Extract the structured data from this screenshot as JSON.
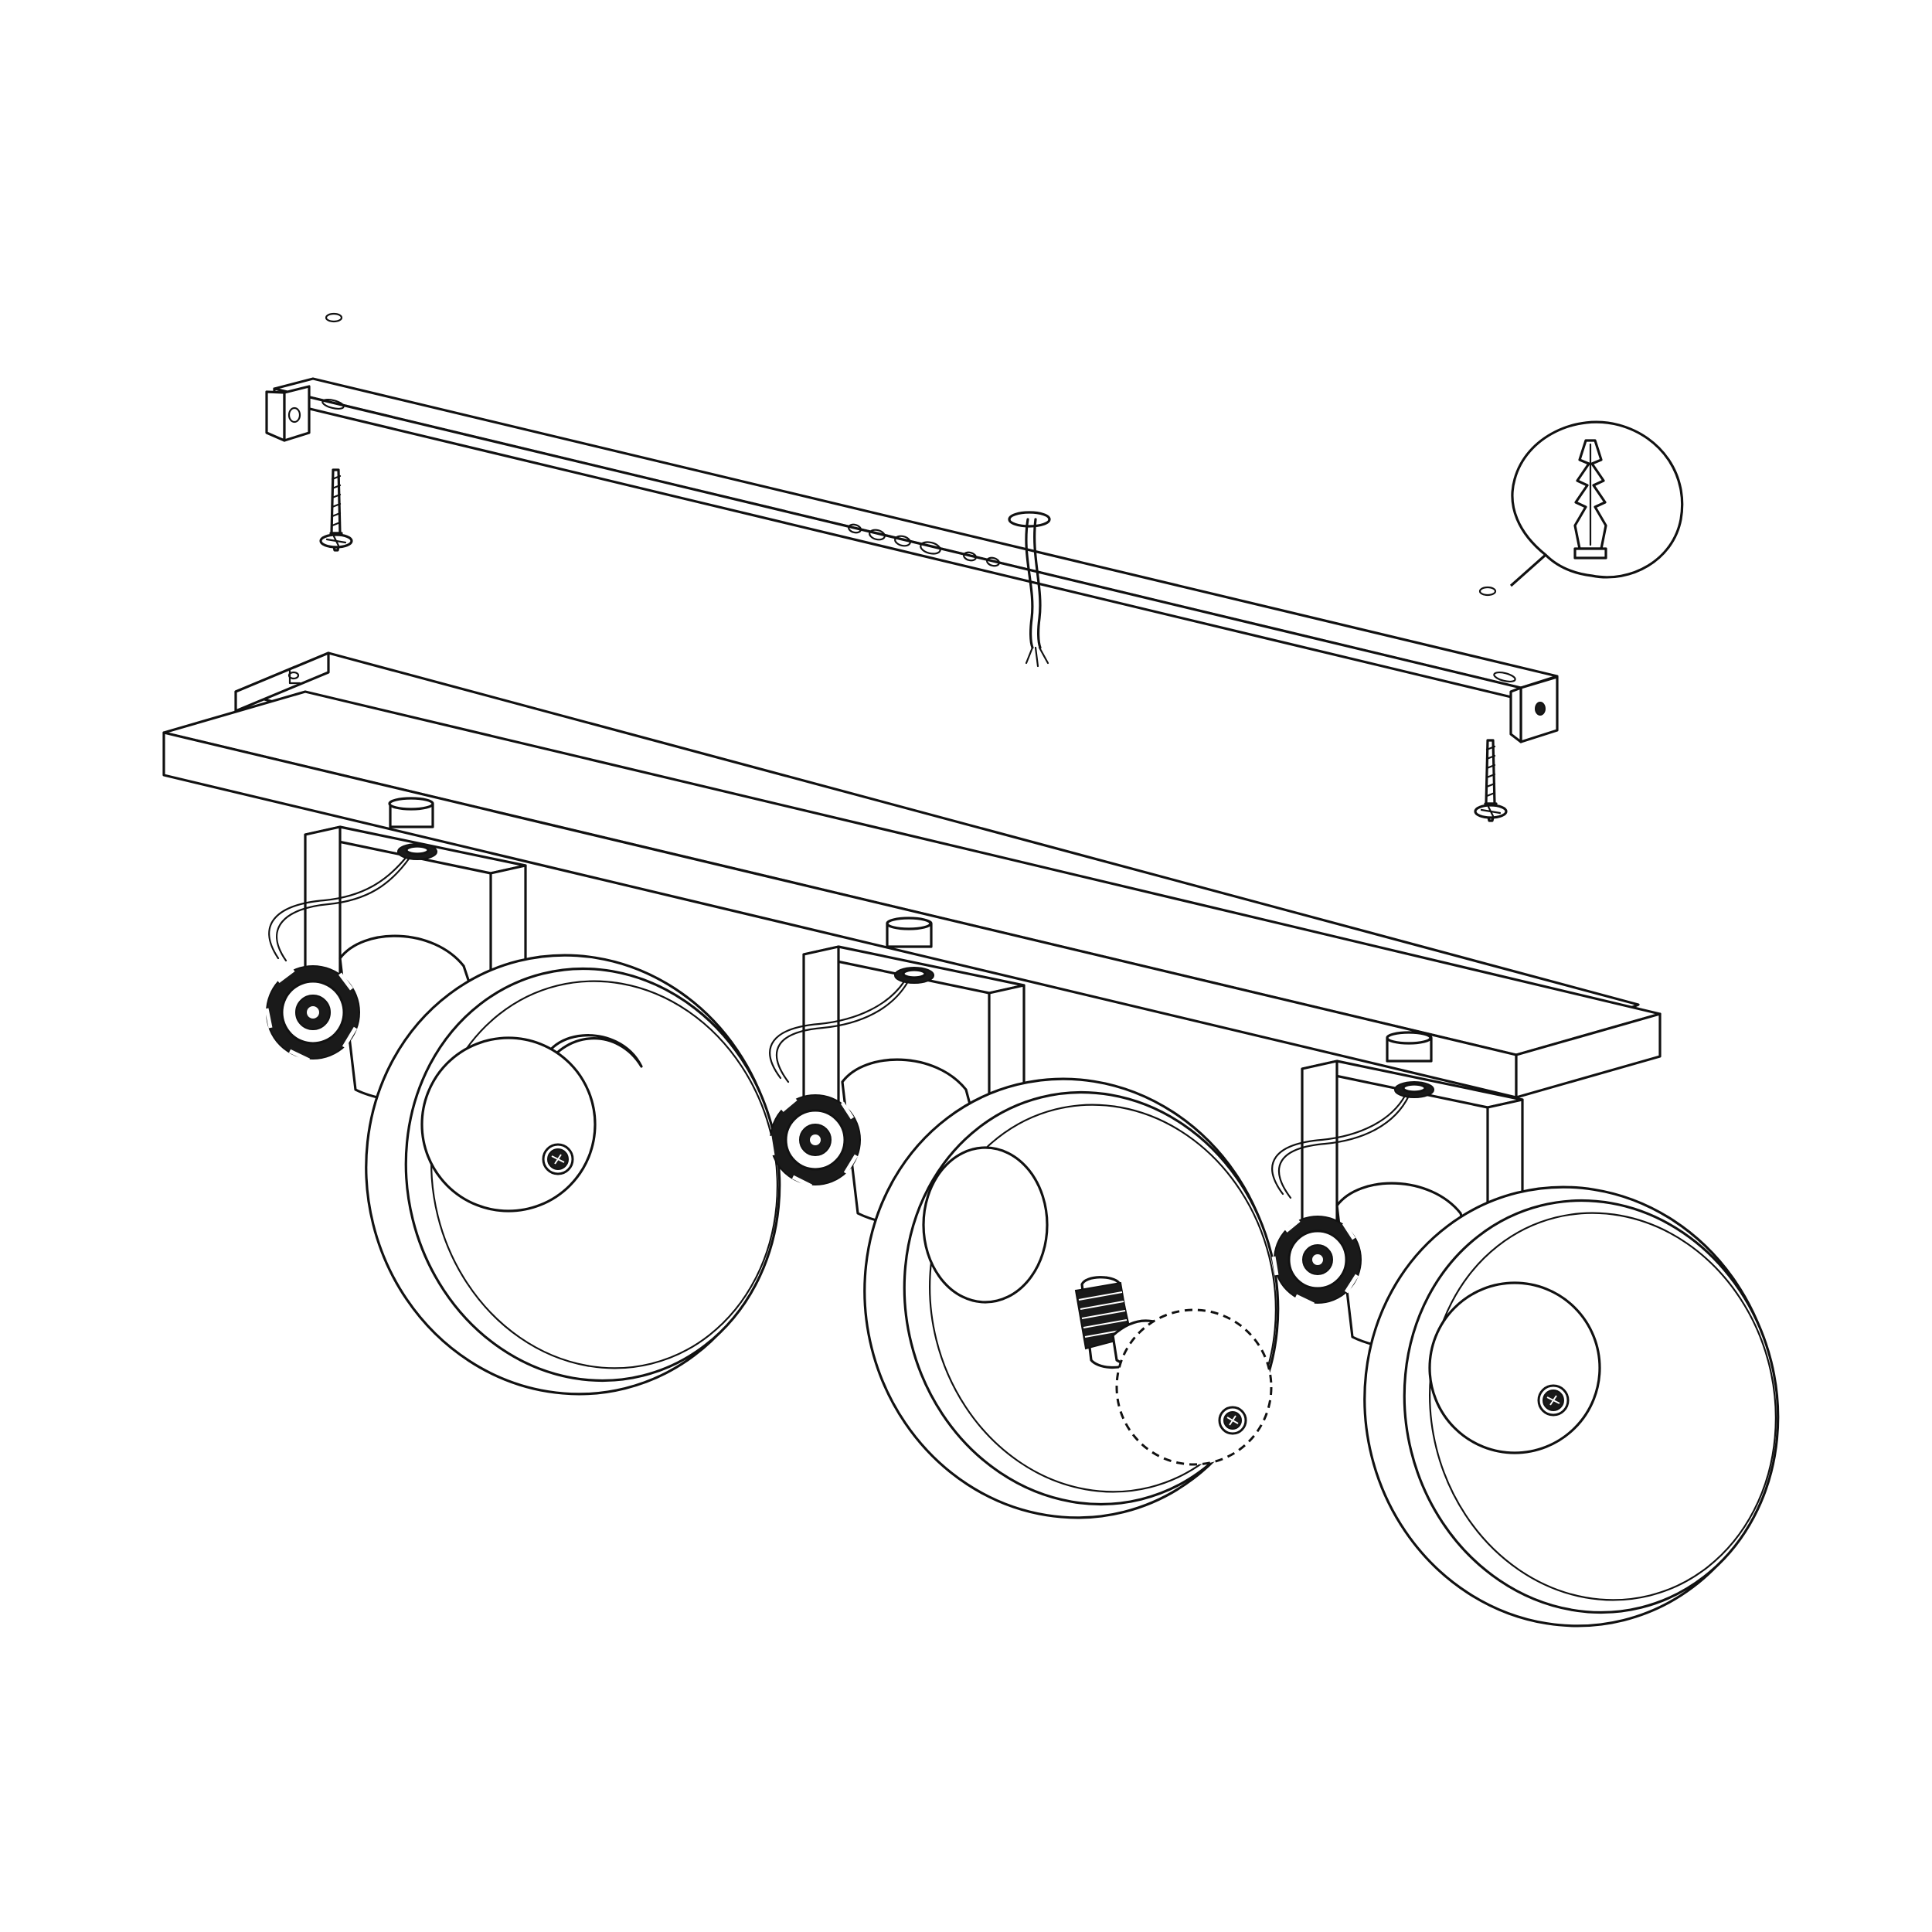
{
  "diagram": {
    "type": "assembly-illustration",
    "parts": [
      {
        "id": "mounting-bracket",
        "icon": "flat-bar-bracket"
      },
      {
        "id": "screw",
        "icon": "countersunk-screw",
        "count": 2
      },
      {
        "id": "wall-plug",
        "icon": "wall-plug-callout"
      },
      {
        "id": "power-cable",
        "icon": "three-wire-cable"
      },
      {
        "id": "base-plate",
        "icon": "rectangular-canopy"
      },
      {
        "id": "spotlight",
        "icon": "dome-spotlight",
        "count": 3
      },
      {
        "id": "bulb",
        "icon": "e27-bulb"
      }
    ],
    "colors": {
      "line": "#111111",
      "background": "#ffffff"
    }
  }
}
